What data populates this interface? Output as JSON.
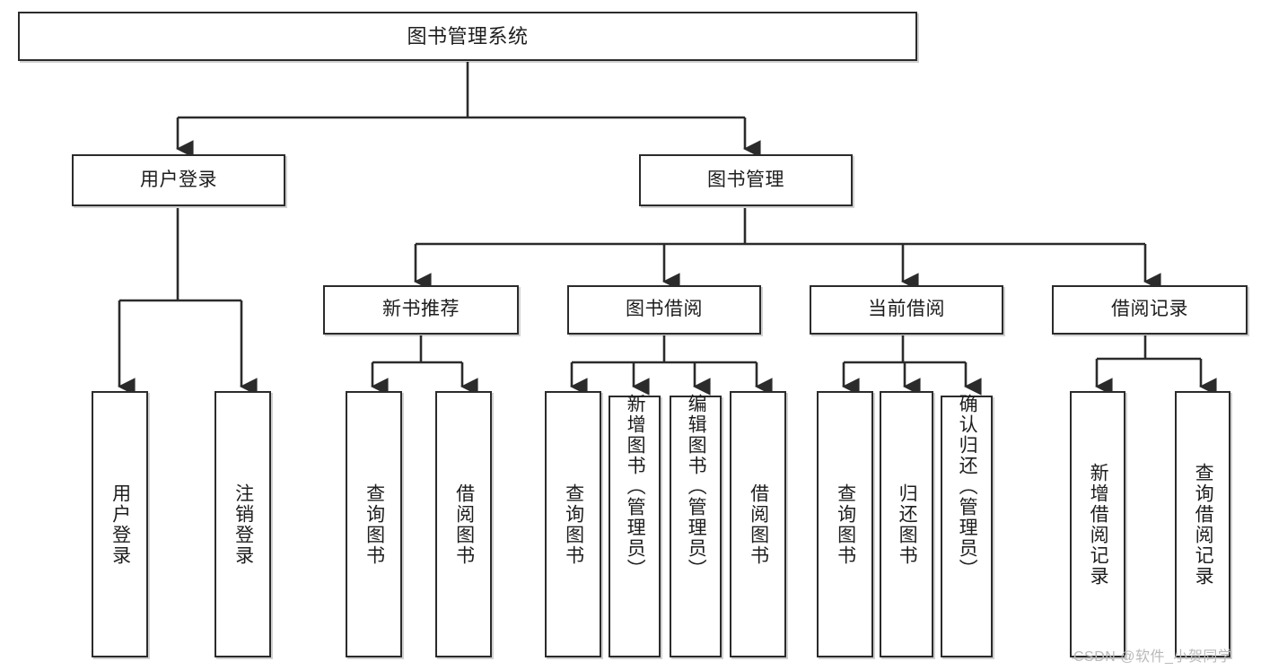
{
  "diagram": {
    "title": "图书管理系统",
    "type": "tree",
    "root": {
      "id": "root",
      "label": "图书管理系统",
      "orientation": "horizontal"
    },
    "level1": [
      {
        "id": "user-login",
        "label": "用户登录",
        "orientation": "horizontal"
      },
      {
        "id": "book-manage",
        "label": "图书管理",
        "orientation": "horizontal"
      }
    ],
    "level2": [
      {
        "id": "new-book-rec",
        "label": "新书推荐",
        "parent": "book-manage",
        "orientation": "horizontal"
      },
      {
        "id": "book-borrow",
        "label": "图书借阅",
        "parent": "book-manage",
        "orientation": "horizontal"
      },
      {
        "id": "current-borrow",
        "label": "当前借阅",
        "parent": "book-manage",
        "orientation": "horizontal"
      },
      {
        "id": "borrow-record",
        "label": "借阅记录",
        "parent": "book-manage",
        "orientation": "horizontal"
      }
    ],
    "leaves": [
      {
        "id": "leaf-user-login",
        "label": "用户登录",
        "parent": "user-login",
        "orientation": "vertical"
      },
      {
        "id": "leaf-user-logout",
        "label": "注销登录",
        "parent": "user-login",
        "orientation": "vertical"
      },
      {
        "id": "leaf-query-book-1",
        "label": "查询图书",
        "parent": "new-book-rec",
        "orientation": "vertical"
      },
      {
        "id": "leaf-borrow-book-1",
        "label": "借阅图书",
        "parent": "new-book-rec",
        "orientation": "vertical"
      },
      {
        "id": "leaf-query-book-2",
        "label": "查询图书",
        "parent": "book-borrow",
        "orientation": "vertical"
      },
      {
        "id": "leaf-add-book",
        "label": "新增图书（管理员）",
        "parent": "book-borrow",
        "orientation": "vertical"
      },
      {
        "id": "leaf-edit-book",
        "label": "编辑图书（管理员）",
        "parent": "book-borrow",
        "orientation": "vertical"
      },
      {
        "id": "leaf-borrow-book-2",
        "label": "借阅图书",
        "parent": "book-borrow",
        "orientation": "vertical"
      },
      {
        "id": "leaf-query-book-3",
        "label": "查询图书",
        "parent": "current-borrow",
        "orientation": "vertical"
      },
      {
        "id": "leaf-return-book",
        "label": "归还图书",
        "parent": "current-borrow",
        "orientation": "vertical"
      },
      {
        "id": "leaf-confirm-return",
        "label": "确认归还（管理员）",
        "parent": "current-borrow",
        "orientation": "vertical"
      },
      {
        "id": "leaf-add-record",
        "label": "新增借阅记录",
        "parent": "borrow-record",
        "orientation": "vertical"
      },
      {
        "id": "leaf-query-record",
        "label": "查询借阅记录",
        "parent": "borrow-record",
        "orientation": "vertical"
      }
    ],
    "colors": {
      "stroke": "#2b2b2b",
      "fill": "#ffffff",
      "text": "#1d1d1d",
      "watermark": "#b9b9b9"
    }
  },
  "watermark": {
    "text": "CSDN @软件_小贺同学"
  }
}
